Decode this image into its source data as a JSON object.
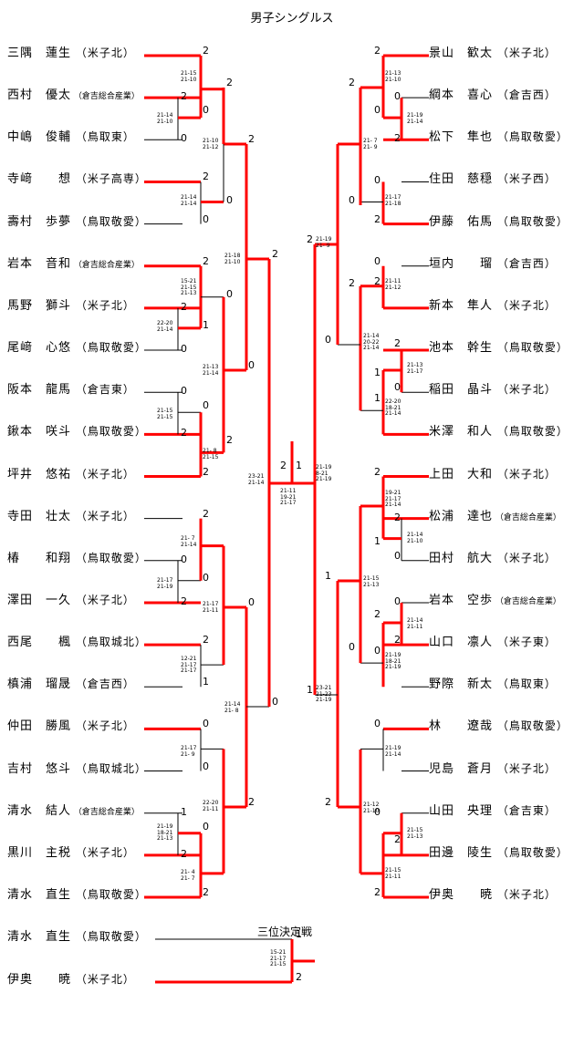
{
  "title": "男子シングルス",
  "left_players": [
    {
      "name": "三隅　蓮生",
      "school": "（米子北）"
    },
    {
      "name": "西村　優太",
      "school": "（倉吉総合産業）"
    },
    {
      "name": "中嶋　俊輔",
      "school": "（鳥取東）"
    },
    {
      "name": "寺﨑　　想",
      "school": "（米子高専）"
    },
    {
      "name": "壽村　歩夢",
      "school": "（鳥取敬愛）"
    },
    {
      "name": "岩本　音和",
      "school": "（倉吉総合産業）"
    },
    {
      "name": "馬野　獅斗",
      "school": "（米子北）"
    },
    {
      "name": "尾﨑　心悠",
      "school": "（鳥取敬愛）"
    },
    {
      "name": "阪本　龍馬",
      "school": "（倉吉東）"
    },
    {
      "name": "鍬本　咲斗",
      "school": "（鳥取敬愛）"
    },
    {
      "name": "坪井　悠祐",
      "school": "（米子北）"
    },
    {
      "name": "寺田　壮太",
      "school": "（米子北）"
    },
    {
      "name": "椿　　和翔",
      "school": "（鳥取敬愛）"
    },
    {
      "name": "澤田　一久",
      "school": "（米子北）"
    },
    {
      "name": "西尾　　楓",
      "school": "（鳥取城北）"
    },
    {
      "name": "槙浦　瑠晟",
      "school": "（倉吉西）"
    },
    {
      "name": "仲田　勝風",
      "school": "（米子北）"
    },
    {
      "name": "吉村　悠斗",
      "school": "（鳥取城北）"
    },
    {
      "name": "清水　結人",
      "school": "（倉吉総合産業）"
    },
    {
      "name": "黒川　主税",
      "school": "（米子北）"
    },
    {
      "name": "清水　直生",
      "school": "（鳥取敬愛）"
    }
  ],
  "right_players": [
    {
      "name": "景山　歓太",
      "school": "（米子北）"
    },
    {
      "name": "綱本　喜心",
      "school": "（倉吉西）"
    },
    {
      "name": "松下　隼也",
      "school": "（鳥取敬愛）"
    },
    {
      "name": "住田　慈穏",
      "school": "（米子西）"
    },
    {
      "name": "伊藤　佑馬",
      "school": "（鳥取敬愛）"
    },
    {
      "name": "垣内　　瑠",
      "school": "（倉吉西）"
    },
    {
      "name": "新本　隼人",
      "school": "（米子北）"
    },
    {
      "name": "池本　幹生",
      "school": "（鳥取敬愛）"
    },
    {
      "name": "稲田　晶斗",
      "school": "（米子北）"
    },
    {
      "name": "米澤　和人",
      "school": "（鳥取敬愛）"
    },
    {
      "name": "上田　大和",
      "school": "（米子北）"
    },
    {
      "name": "松浦　達也",
      "school": "（倉吉総合産業）"
    },
    {
      "name": "田村　航大",
      "school": "（米子北）"
    },
    {
      "name": "岩本　空歩",
      "school": "（倉吉総合産業）"
    },
    {
      "name": "山口　凛人",
      "school": "（米子東）"
    },
    {
      "name": "野際　新太",
      "school": "（鳥取東）"
    },
    {
      "name": "林　　遼哉",
      "school": "（鳥取敬愛）"
    },
    {
      "name": "児島　蒼月",
      "school": "（米子北）"
    },
    {
      "name": "山田　央理",
      "school": "（倉吉東）"
    },
    {
      "name": "田邊　陵生",
      "school": "（鳥取敬愛）"
    },
    {
      "name": "伊奥　　暁",
      "school": "（米子北）"
    }
  ],
  "third_place": {
    "label": "三位決定戦",
    "players": [
      {
        "name": "清水　直生",
        "school": "（鳥取敬愛）"
      },
      {
        "name": "伊奥　　暁",
        "school": "（米子北）"
      }
    ],
    "scores": [
      "1",
      "2"
    ],
    "detail": "15-21\n21-17\n21-15"
  },
  "colors": {
    "winner_line": "#ff0000",
    "loser_line": "#000000",
    "background": "#ffffff"
  }
}
